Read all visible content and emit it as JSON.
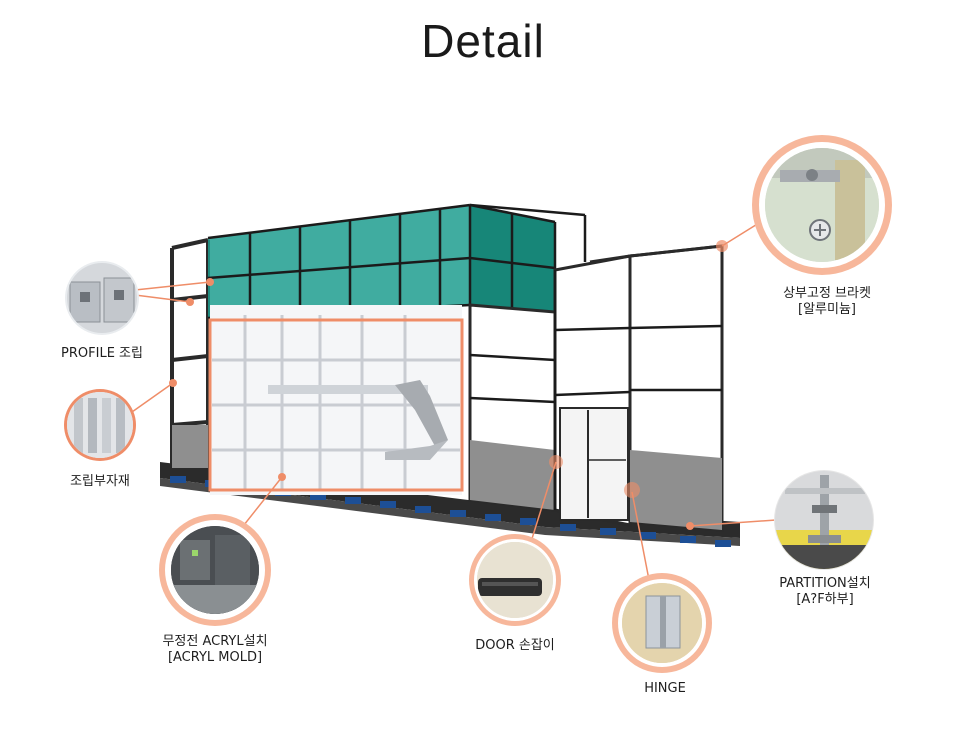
{
  "page": {
    "title": "Detail"
  },
  "colors": {
    "accent": "#ef8d68",
    "glass_teal": "#1f9e8f",
    "frame": "#2a2a2a",
    "base_blue": "#1d4f96",
    "lower_panel": "#8f8f8f"
  },
  "callouts": [
    {
      "id": "profile",
      "label": "PROFILE 조립",
      "icon": "aluminum-profile-icon"
    },
    {
      "id": "assembly-parts",
      "label": "조립부자재",
      "icon": "aluminum-extrusion-icon"
    },
    {
      "id": "acryl",
      "line1": "무정전 ACRYL설치",
      "line2": "[ACRYL MOLD]",
      "icon": "acryl-panel-icon"
    },
    {
      "id": "door-handle",
      "label": "DOOR 손잡이",
      "icon": "door-handle-icon"
    },
    {
      "id": "hinge",
      "label": "HINGE",
      "icon": "hinge-icon"
    },
    {
      "id": "partition",
      "line1": "PARTITION설치",
      "line2": "[A?F하부]",
      "icon": "floor-support-icon"
    },
    {
      "id": "bracket",
      "line1": "상부고정 브라켓",
      "line2": "[알루미늄]",
      "icon": "bracket-icon"
    }
  ]
}
